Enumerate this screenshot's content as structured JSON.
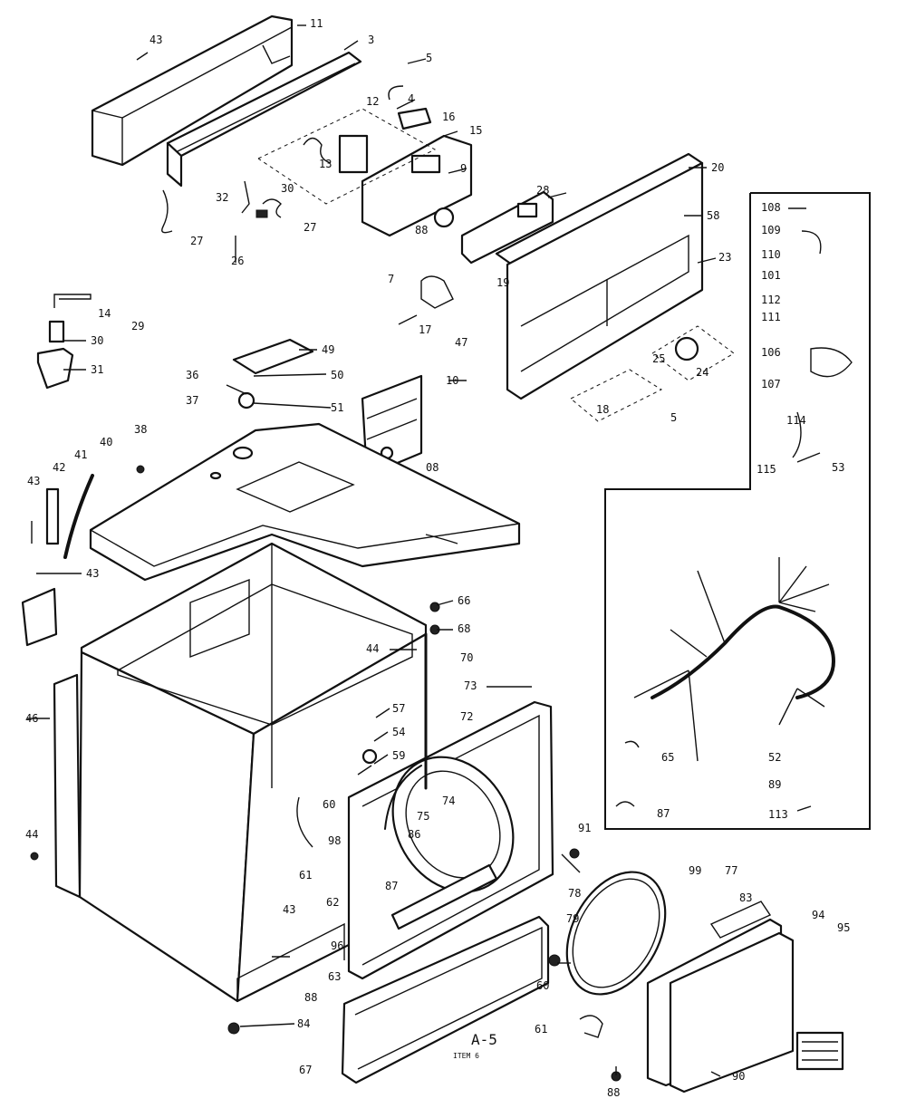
{
  "diagram": {
    "figure_code": "A-5",
    "figure_note": "ITEM 6",
    "callouts": [
      {
        "id": "c43a",
        "text": "43"
      },
      {
        "id": "c11",
        "text": "11"
      },
      {
        "id": "c3",
        "text": "3"
      },
      {
        "id": "c5a",
        "text": "5"
      },
      {
        "id": "c12",
        "text": "12"
      },
      {
        "id": "c4",
        "text": "4"
      },
      {
        "id": "c16",
        "text": "16"
      },
      {
        "id": "c15",
        "text": "15"
      },
      {
        "id": "c9",
        "text": "9"
      },
      {
        "id": "c13",
        "text": "13"
      },
      {
        "id": "c30a",
        "text": "30"
      },
      {
        "id": "c32",
        "text": "32"
      },
      {
        "id": "c27a",
        "text": "27"
      },
      {
        "id": "c27b",
        "text": "27"
      },
      {
        "id": "c28",
        "text": "28"
      },
      {
        "id": "c26",
        "text": "26"
      },
      {
        "id": "c88a",
        "text": "88"
      },
      {
        "id": "c20",
        "text": "20"
      },
      {
        "id": "c58",
        "text": "58"
      },
      {
        "id": "c23",
        "text": "23"
      },
      {
        "id": "c7",
        "text": "7"
      },
      {
        "id": "c19",
        "text": "19"
      },
      {
        "id": "c17",
        "text": "17"
      },
      {
        "id": "c47",
        "text": "47"
      },
      {
        "id": "c25",
        "text": "25"
      },
      {
        "id": "c24",
        "text": "24"
      },
      {
        "id": "c10",
        "text": "10"
      },
      {
        "id": "c18",
        "text": "18"
      },
      {
        "id": "c5b",
        "text": "5"
      },
      {
        "id": "c14",
        "text": "14"
      },
      {
        "id": "c29",
        "text": "29"
      },
      {
        "id": "c30b",
        "text": "30"
      },
      {
        "id": "c31",
        "text": "31"
      },
      {
        "id": "c49",
        "text": "49"
      },
      {
        "id": "c36",
        "text": "36"
      },
      {
        "id": "c37",
        "text": "37"
      },
      {
        "id": "c50",
        "text": "50"
      },
      {
        "id": "c51",
        "text": "51"
      },
      {
        "id": "c38",
        "text": "38"
      },
      {
        "id": "c08",
        "text": "08"
      },
      {
        "id": "c43b",
        "text": "43"
      },
      {
        "id": "c42",
        "text": "42"
      },
      {
        "id": "c41",
        "text": "41"
      },
      {
        "id": "c40",
        "text": "40"
      },
      {
        "id": "c43c",
        "text": "43"
      },
      {
        "id": "c66a",
        "text": "66"
      },
      {
        "id": "c68",
        "text": "68"
      },
      {
        "id": "c44a",
        "text": "44"
      },
      {
        "id": "c70",
        "text": "70"
      },
      {
        "id": "c73",
        "text": "73"
      },
      {
        "id": "c46",
        "text": "46"
      },
      {
        "id": "c57",
        "text": "57"
      },
      {
        "id": "c72",
        "text": "72"
      },
      {
        "id": "c54",
        "text": "54"
      },
      {
        "id": "c59",
        "text": "59"
      },
      {
        "id": "c60a",
        "text": "60"
      },
      {
        "id": "c74",
        "text": "74"
      },
      {
        "id": "c75",
        "text": "75"
      },
      {
        "id": "c86",
        "text": "86"
      },
      {
        "id": "c98",
        "text": "98"
      },
      {
        "id": "c61",
        "text": "61"
      },
      {
        "id": "c62",
        "text": "62"
      },
      {
        "id": "c44b",
        "text": "44"
      },
      {
        "id": "c91",
        "text": "91"
      },
      {
        "id": "c43d",
        "text": "43"
      },
      {
        "id": "c87a",
        "text": "87"
      },
      {
        "id": "c99",
        "text": "99"
      },
      {
        "id": "c77",
        "text": "77"
      },
      {
        "id": "c78",
        "text": "78"
      },
      {
        "id": "c79",
        "text": "79"
      },
      {
        "id": "c96",
        "text": "96"
      },
      {
        "id": "c63",
        "text": "63"
      },
      {
        "id": "c88b",
        "text": "88"
      },
      {
        "id": "c60b",
        "text": "60"
      },
      {
        "id": "c61b",
        "text": "61"
      },
      {
        "id": "c83",
        "text": "83"
      },
      {
        "id": "c94",
        "text": "94"
      },
      {
        "id": "c95",
        "text": "95"
      },
      {
        "id": "c84",
        "text": "84"
      },
      {
        "id": "c67",
        "text": "67"
      },
      {
        "id": "c88c",
        "text": "88"
      },
      {
        "id": "c90",
        "text": "90"
      },
      {
        "id": "c108",
        "text": "108"
      },
      {
        "id": "c109",
        "text": "109"
      },
      {
        "id": "c110",
        "text": "110"
      },
      {
        "id": "c101",
        "text": "101"
      },
      {
        "id": "c112",
        "text": "112"
      },
      {
        "id": "c111",
        "text": "111"
      },
      {
        "id": "c106",
        "text": "106"
      },
      {
        "id": "c107",
        "text": "107"
      },
      {
        "id": "c114",
        "text": "114"
      },
      {
        "id": "c115",
        "text": "115"
      },
      {
        "id": "c53",
        "text": "53"
      },
      {
        "id": "c65",
        "text": "65"
      },
      {
        "id": "c52",
        "text": "52"
      },
      {
        "id": "c89",
        "text": "89"
      },
      {
        "id": "c87b",
        "text": "87"
      },
      {
        "id": "c113",
        "text": "113"
      }
    ]
  }
}
